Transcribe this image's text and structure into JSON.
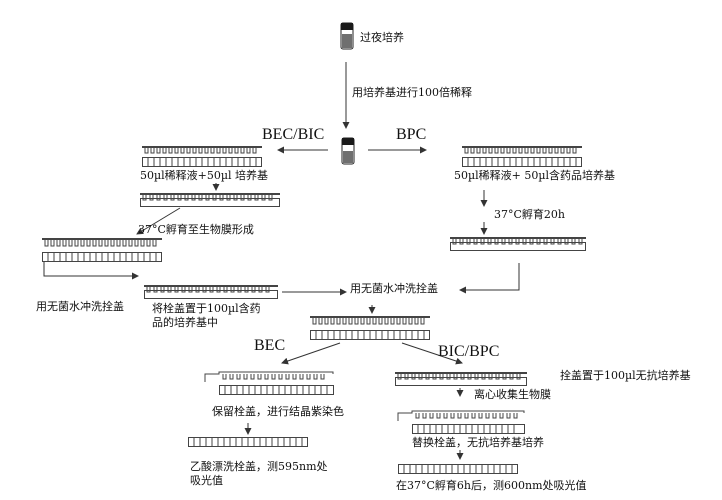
{
  "steps": {
    "overnight": "过夜培养",
    "dilute": "用培养基进行100倍稀释",
    "left_mix": "50µl稀释液+50µl 培养基",
    "right_mix": "50µl稀释液+ 50µl含药品培养基",
    "incubate_biofilm": "37°C孵育至生物膜形成",
    "incubate_20h": "37°C孵育20h",
    "rinse_left": "用无菌水冲洗拴盖",
    "lid_into_drug_line1": "将栓盖置于100µl含药",
    "lid_into_drug_line2": "品的培养基中",
    "rinse_right": "用无菌水冲洗拴盖",
    "lid_into_free": "拴盖置于100µl无抗培养基",
    "keep_lid_stain": "保留栓盖，进行结晶紫染色",
    "centrifuge": "离心收集生物膜",
    "replace_lid": "替换栓盖，无抗培养基培养",
    "acetic_line1": "乙酸漂洗栓盖，测595nm处",
    "acetic_line2": "吸光值",
    "final_incubate": "在37°C孵育6h后，测600nm处吸光值"
  },
  "labels": {
    "bec_bic": "BEC/BIC",
    "bpc": "BPC",
    "bec": "BEC",
    "bic_bpc": "BIC/BPC"
  },
  "colors": {
    "line": "#333333",
    "tube_cap": "#1a1a1a",
    "tube_fill": "#6f6f6f"
  }
}
